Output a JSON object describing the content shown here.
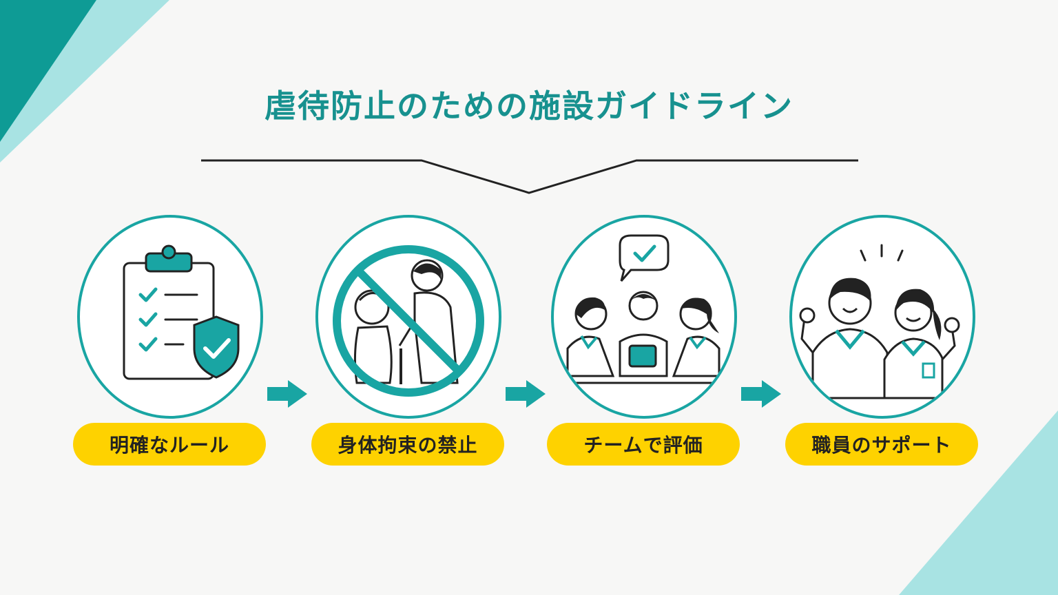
{
  "title": "虐待防止のための施設ガイドライン",
  "colors": {
    "accent": "#19a5a3",
    "title": "#17918f",
    "label_bg": "#fed200",
    "deco_dark": "#0e9b95",
    "deco_light": "#a8e3e3"
  },
  "steps": [
    {
      "label": "明確なルール",
      "icon": "clipboard-shield-icon"
    },
    {
      "label": "身体拘束の禁止",
      "icon": "no-restraint-icon"
    },
    {
      "label": "チームで評価",
      "icon": "team-meeting-icon"
    },
    {
      "label": "職員のサポート",
      "icon": "staff-support-icon"
    }
  ],
  "arrows": [
    "arrow-right-icon",
    "arrow-right-icon",
    "arrow-right-icon"
  ]
}
